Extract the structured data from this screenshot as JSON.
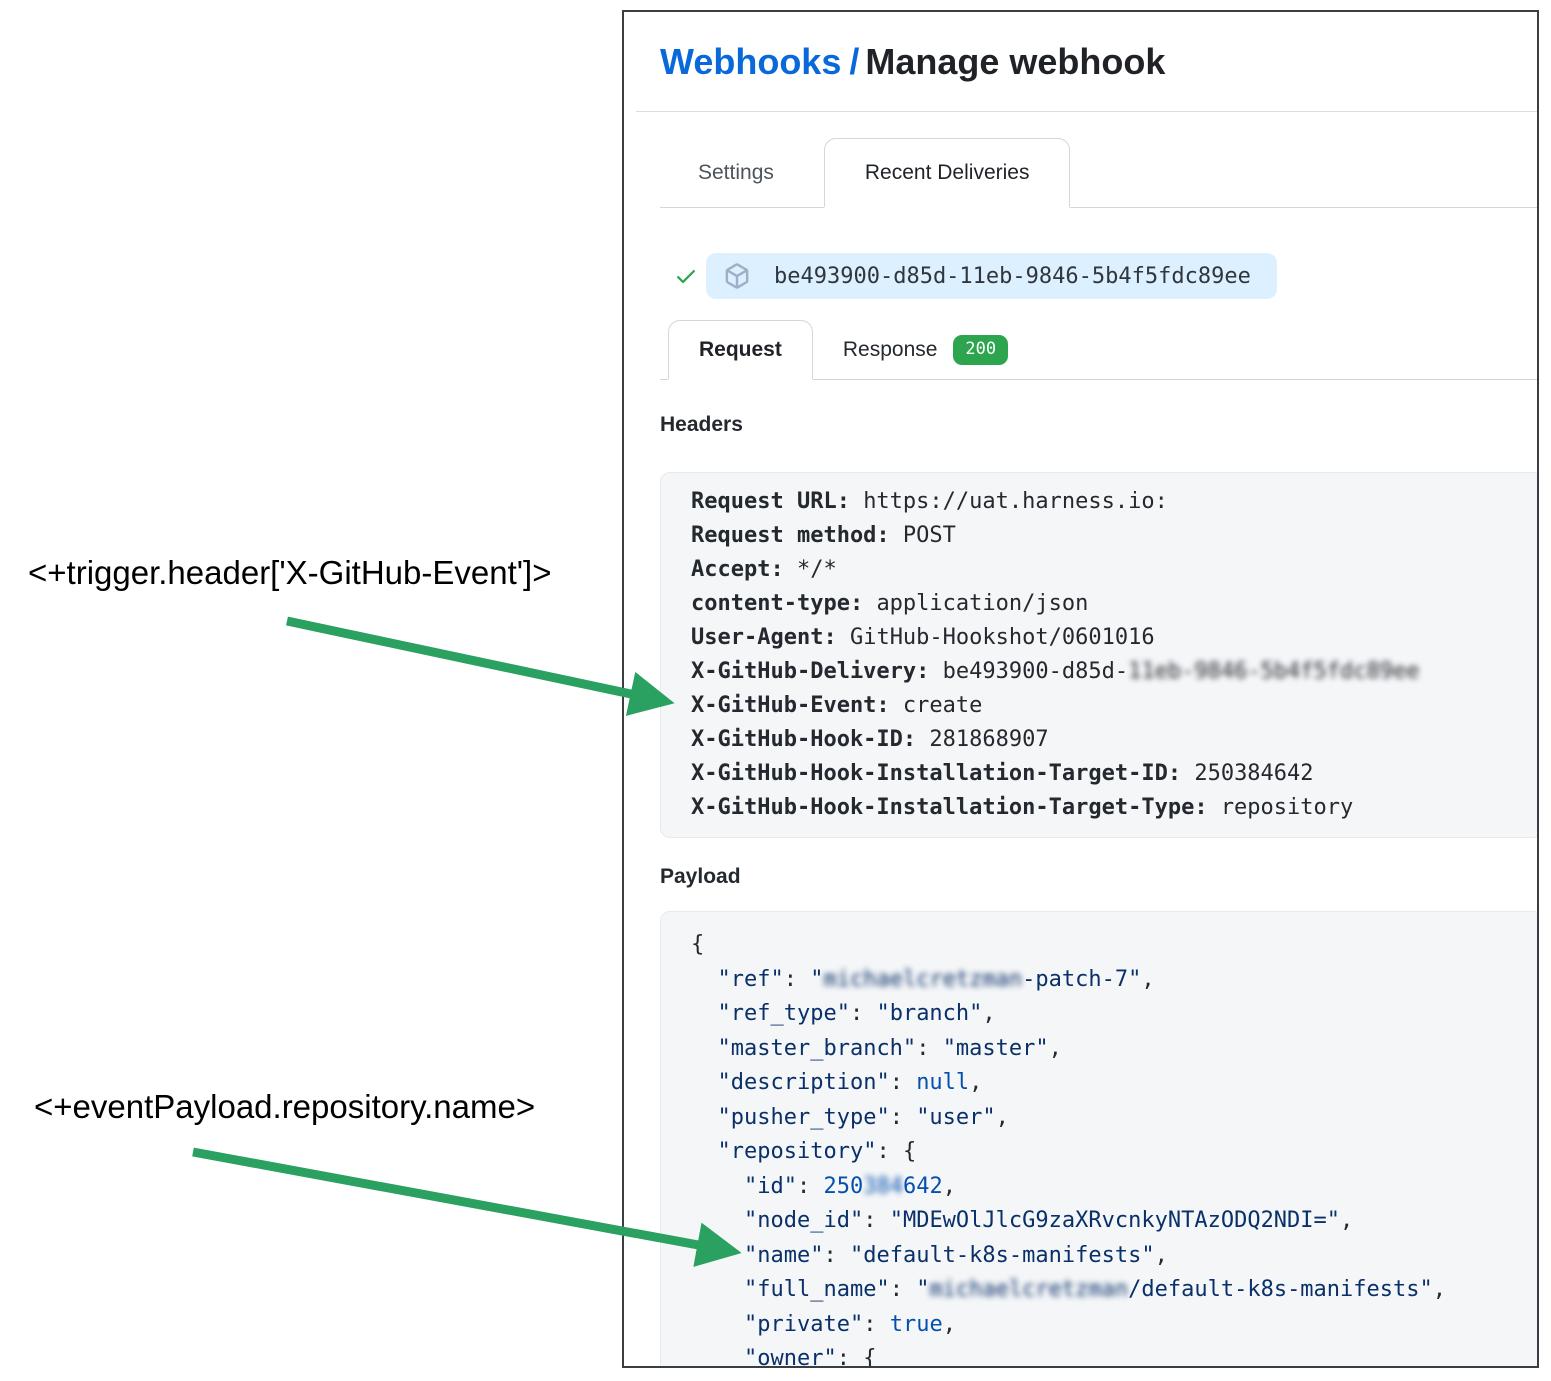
{
  "header": {
    "breadcrumb": "Webhooks",
    "separator": "/",
    "title": "Manage webhook"
  },
  "tabs": [
    {
      "label": "Settings",
      "active": false
    },
    {
      "label": "Recent Deliveries",
      "active": true
    }
  ],
  "delivery": {
    "status": "success",
    "guid": "be493900-d85d-11eb-9846-5b4f5fdc89ee"
  },
  "subtabs": {
    "request_label": "Request",
    "response_label": "Response",
    "response_status": "200"
  },
  "sections": {
    "headers_heading": "Headers",
    "payload_heading": "Payload"
  },
  "request_headers": [
    {
      "key": "Request URL:",
      "value": "https://uat.harness.io:"
    },
    {
      "key": "Request method:",
      "value": "POST"
    },
    {
      "key": "Accept:",
      "value": "*/*"
    },
    {
      "key": "content-type:",
      "value": "application/json"
    },
    {
      "key": "User-Agent:",
      "value": "GitHub-Hookshot/0601016"
    },
    {
      "key": "X-GitHub-Delivery:",
      "value": "be493900-d85d-",
      "redacted": "11eb-9846-5b4f5fdc89ee"
    },
    {
      "key": "X-GitHub-Event:",
      "value": "create"
    },
    {
      "key": "X-GitHub-Hook-ID:",
      "value": "281868907"
    },
    {
      "key": "X-GitHub-Hook-Installation-Target-ID:",
      "value": "250384642"
    },
    {
      "key": "X-GitHub-Hook-Installation-Target-Type:",
      "value": "repository"
    }
  ],
  "payload_lines": [
    [
      [
        "p",
        "{"
      ]
    ],
    [
      [
        "p",
        "  "
      ],
      [
        "k",
        "\"ref\""
      ],
      [
        "p",
        ": "
      ],
      [
        "s",
        "\""
      ],
      [
        "rs",
        "michaelcretzman"
      ],
      [
        "s",
        "-patch-7\""
      ],
      [
        "p",
        ","
      ]
    ],
    [
      [
        "p",
        "  "
      ],
      [
        "k",
        "\"ref_type\""
      ],
      [
        "p",
        ": "
      ],
      [
        "s",
        "\"branch\""
      ],
      [
        "p",
        ","
      ]
    ],
    [
      [
        "p",
        "  "
      ],
      [
        "k",
        "\"master_branch\""
      ],
      [
        "p",
        ": "
      ],
      [
        "s",
        "\"master\""
      ],
      [
        "p",
        ","
      ]
    ],
    [
      [
        "p",
        "  "
      ],
      [
        "k",
        "\"description\""
      ],
      [
        "p",
        ": "
      ],
      [
        "c",
        "null"
      ],
      [
        "p",
        ","
      ]
    ],
    [
      [
        "p",
        "  "
      ],
      [
        "k",
        "\"pusher_type\""
      ],
      [
        "p",
        ": "
      ],
      [
        "s",
        "\"user\""
      ],
      [
        "p",
        ","
      ]
    ],
    [
      [
        "p",
        "  "
      ],
      [
        "k",
        "\"repository\""
      ],
      [
        "p",
        ": {"
      ]
    ],
    [
      [
        "p",
        "    "
      ],
      [
        "k",
        "\"id\""
      ],
      [
        "p",
        ": "
      ],
      [
        "c",
        "250"
      ],
      [
        "rc",
        "384"
      ],
      [
        "c",
        "642"
      ],
      [
        "p",
        ","
      ]
    ],
    [
      [
        "p",
        "    "
      ],
      [
        "k",
        "\"node_id\""
      ],
      [
        "p",
        ": "
      ],
      [
        "s",
        "\"MDEwOlJlcG9zaXRvcnkyNTAzODQ2NDI=\""
      ],
      [
        "p",
        ","
      ]
    ],
    [
      [
        "p",
        "    "
      ],
      [
        "k",
        "\"name\""
      ],
      [
        "p",
        ": "
      ],
      [
        "s",
        "\"default-k8s-manifests\""
      ],
      [
        "p",
        ","
      ]
    ],
    [
      [
        "p",
        "    "
      ],
      [
        "k",
        "\"full_name\""
      ],
      [
        "p",
        ": "
      ],
      [
        "s",
        "\""
      ],
      [
        "rs",
        "michaelcretzman"
      ],
      [
        "s",
        "/default-k8s-manifests\""
      ],
      [
        "p",
        ","
      ]
    ],
    [
      [
        "p",
        "    "
      ],
      [
        "k",
        "\"private\""
      ],
      [
        "p",
        ": "
      ],
      [
        "c",
        "true"
      ],
      [
        "p",
        ","
      ]
    ],
    [
      [
        "p",
        "    "
      ],
      [
        "k",
        "\"owner\""
      ],
      [
        "p",
        ": {"
      ]
    ]
  ],
  "annotations": {
    "trigger_header": {
      "label": "<+trigger.header['X-GitHub-Event']>"
    },
    "event_payload": {
      "label": "<+eventPayload.repository.name>"
    }
  },
  "colors": {
    "link_blue": "#0969da",
    "arrow_green": "#2aa061",
    "check_green": "#2da44e",
    "badge_green": "#2da44e",
    "pill_background": "#ddf0ff",
    "code_background": "#f4f6f8",
    "json_key": "#0a3069",
    "json_string": "#0a3069",
    "json_constant": "#0550ae"
  }
}
